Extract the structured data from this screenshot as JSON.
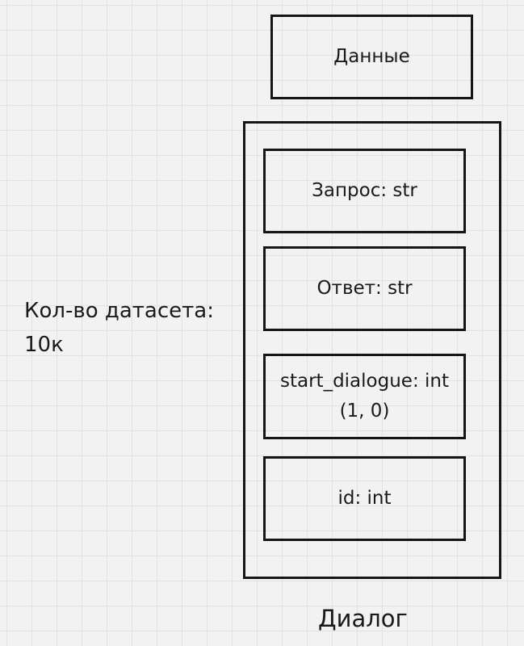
{
  "data_box": {
    "label": "Данные"
  },
  "dialog": {
    "label": "Диалог",
    "fields": [
      {
        "line1": "Запрос: str",
        "line2": ""
      },
      {
        "line1": "Ответ: str",
        "line2": ""
      },
      {
        "line1": "start_dialogue: int",
        "line2": "(1, 0)"
      },
      {
        "line1": "id: int",
        "line2": ""
      }
    ]
  },
  "dataset_size": {
    "line1": "Кол-во датасета:",
    "line2": "10к"
  }
}
